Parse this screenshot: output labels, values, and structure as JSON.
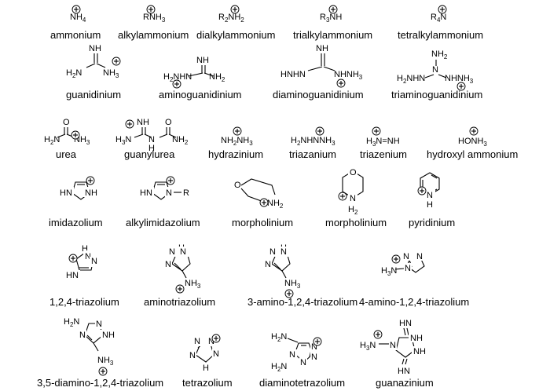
{
  "labels": {
    "ammonium": "ammonium",
    "alkylammonium": "alkylammonium",
    "dialkylammonium": "dialkylammonium",
    "trialkylammonium": "trialkylammonium",
    "tetralkylammonium": "tetralkylammonium",
    "guanidinium": "guanidinium",
    "aminoguanidinium": "aminoguanidinium",
    "diaminoguanidinium": "diaminoguanidinium",
    "triaminoguanidinium": "triaminoguanidinium",
    "urea": "urea",
    "guanylurea": "guanylurea",
    "hydrazinium": "hydrazinium",
    "triazanium": "triazanium",
    "triazenium": "triazenium",
    "hydroxyl_ammonium": "hydroxyl ammonium",
    "imidazolium": "imidazolium",
    "alkylimidazolium": "alkylimidazolium",
    "morpholinium_1": "morpholinium",
    "morpholinium_2": "morpholinium",
    "pyridinium": "pyridinium",
    "triazolium_124": "1,2,4-triazolium",
    "aminotriazolium": "aminotriazolium",
    "amino3_triazolium": "3-amino-1,2,4-triazolium",
    "amino4_triazolium": "4-amino-1,2,4-triazolium",
    "diamino_triazolium": "3,5-diamino-1,2,4-triazolium",
    "tetrazolium": "tetrazolium",
    "diaminotetrazolium": "diaminotetrazolium",
    "guanazinium": "guanazinium"
  },
  "formulas": {
    "nh4": [
      "NH",
      "4"
    ],
    "rnh3": [
      "RNH",
      "3"
    ],
    "r2nh2": [
      "R",
      "2",
      "NH",
      "2"
    ],
    "r3nh": [
      "R",
      "3",
      "NH"
    ],
    "r4n": [
      "R",
      "4",
      "N"
    ],
    "hydrazinium": [
      "NH",
      "2",
      "NH",
      "3"
    ],
    "triazanium": [
      "H",
      "2",
      "NHNNH",
      "3"
    ],
    "triazenium": [
      "H",
      "3",
      "N=NH"
    ],
    "hydroxylammonium": [
      "HONH",
      "3"
    ]
  },
  "atoms": {
    "NH": "NH",
    "NH2": "NH",
    "H2N": "H",
    "N": "N",
    "H": "H",
    "O": "O",
    "R": "R",
    "HN": "HN",
    "NH3": "NH",
    "H3N": "H",
    "sub2": "2",
    "sub3": "3"
  },
  "charge_symbol": "+"
}
